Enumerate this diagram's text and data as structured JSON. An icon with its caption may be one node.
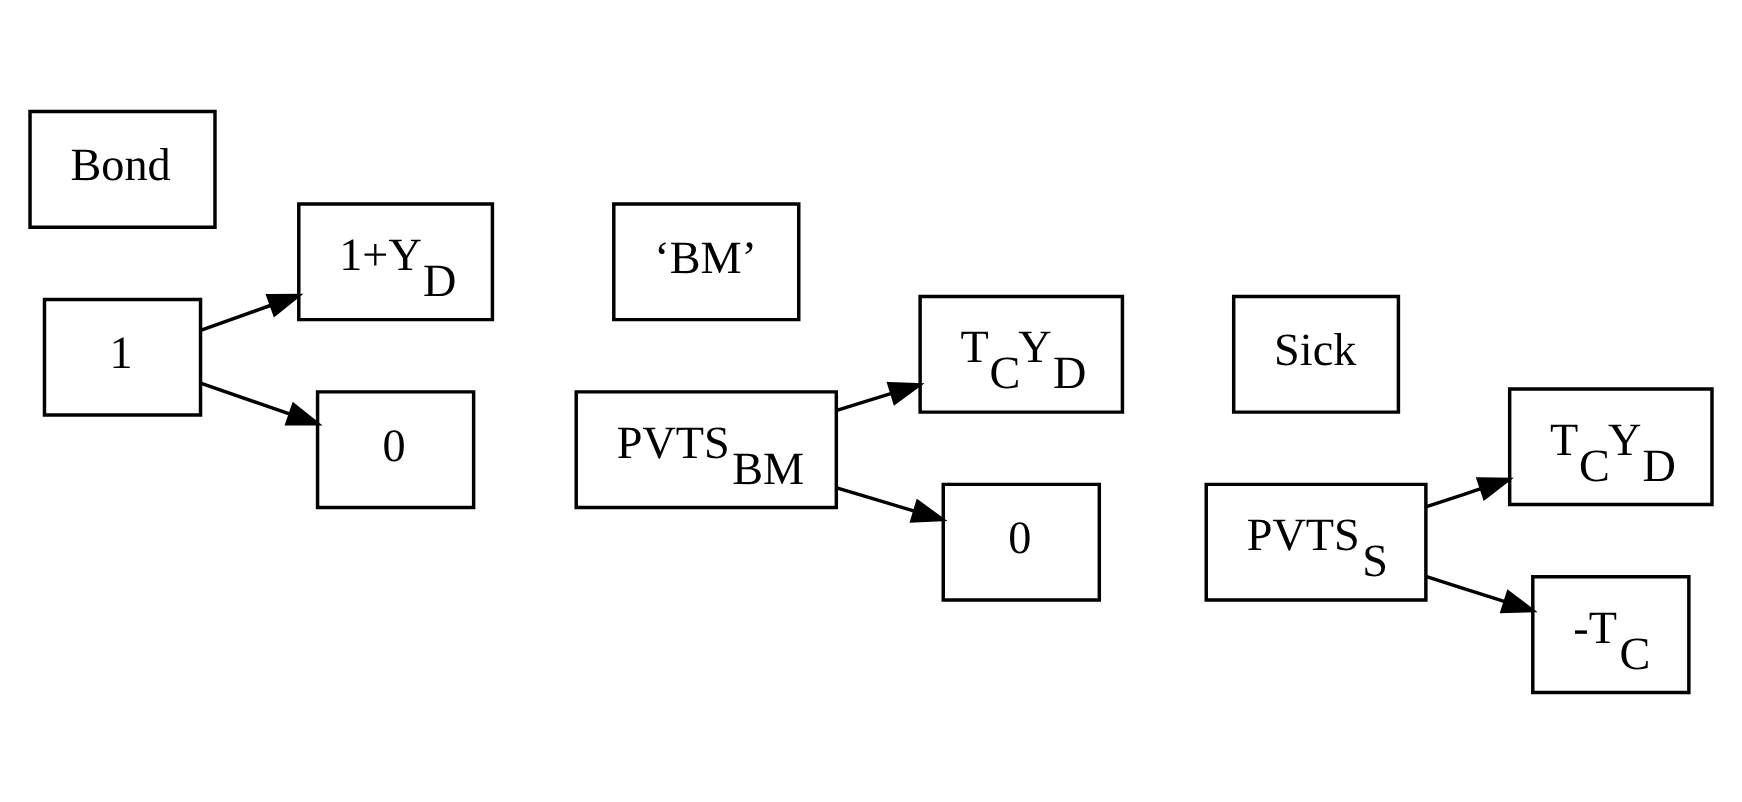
{
  "diagram": {
    "nodes": [
      {
        "text": [
          "Bond"
        ]
      },
      {
        "text": [
          "‘BM’"
        ]
      },
      {
        "text": [
          "Sick"
        ]
      },
      {
        "text": [
          "1"
        ]
      },
      {
        "text": [
          "1+Y$_{D}$"
        ]
      },
      {
        "text": [
          "0"
        ]
      },
      {
        "text": [
          "PVTS$_{BM}$"
        ]
      },
      {
        "text": [
          "T$_{C}$Y$_{D}$"
        ]
      },
      {
        "text": [
          "0"
        ]
      },
      {
        "text": [
          "PVTS$_{S}$"
        ]
      },
      {
        "text": [
          "T$_{C}$Y$_{D}$"
        ]
      },
      {
        "text": [
          "-T$_{C}$"
        ]
      }
    ],
    "edges": [
      {
        "from": 3,
        "to": 4,
        "arrow": "to"
      },
      {
        "from": 3,
        "to": 5,
        "arrow": "to"
      },
      {
        "from": 6,
        "to": 7,
        "arrow": "to"
      },
      {
        "from": 6,
        "to": 8,
        "arrow": "to"
      },
      {
        "from": 9,
        "to": 10,
        "arrow": "to"
      },
      {
        "from": 9,
        "to": 11,
        "arrow": "to"
      }
    ]
  }
}
